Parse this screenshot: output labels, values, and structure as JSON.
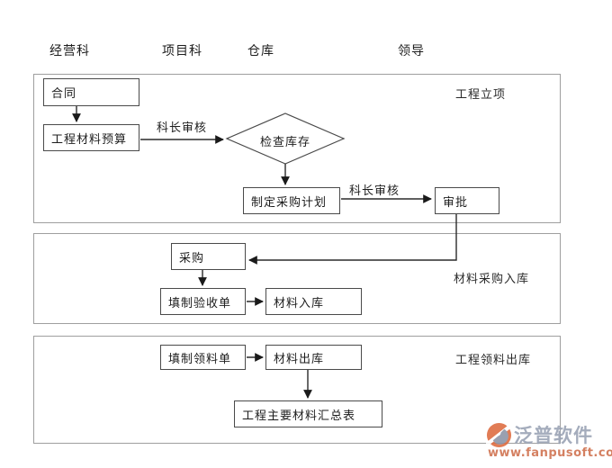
{
  "header": {
    "columns": [
      "经营科",
      "项目科",
      "仓库",
      "领导"
    ]
  },
  "lanes": [
    {
      "title": "工程立项"
    },
    {
      "title": "材料采购入库"
    },
    {
      "title": "工程领料出库"
    }
  ],
  "nodes": {
    "contract": "合同",
    "budget": "工程材料预算",
    "check_stock": "检查库存",
    "make_plan": "制定采购计划",
    "approve": "审批",
    "purchase": "采购",
    "fill_acceptance": "填制验收单",
    "material_in": "材料入库",
    "fill_requisition": "填制领料单",
    "material_out": "材料出库",
    "summary": "工程主要材料汇总表"
  },
  "edge_labels": {
    "review1": "科长审核",
    "review2": "科长审核"
  },
  "logo": {
    "brand": "泛普软件",
    "url": "www.fanpusoft.com",
    "accent_orange": "#dd6a3e",
    "gray_blue": "#8b93a6"
  },
  "colors": {
    "arrow_line": "#2a2a2a",
    "box_border": "#4a4a4a",
    "lane_border": "#9f9f9f",
    "text": "#1d1d1d"
  }
}
